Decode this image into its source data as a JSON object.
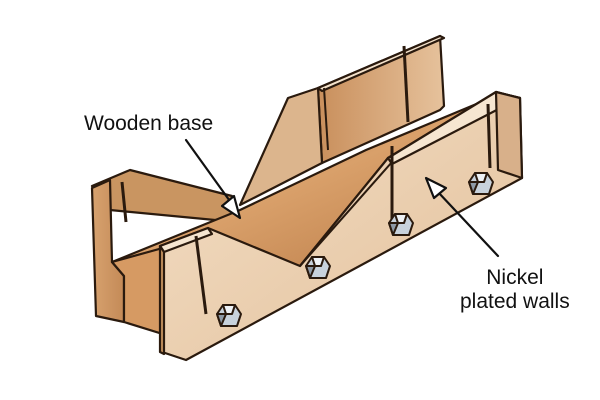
{
  "labels": {
    "wooden_base": "Wooden base",
    "walls_line1": "Nickel",
    "walls_line2": "plated walls"
  },
  "colors": {
    "outline": "#2a1a0e",
    "wood_light": "#f1dcc0",
    "wood_mid": "#e2bd95",
    "wood_dark": "#b8875c",
    "base_light": "#d9a06a",
    "base_dark": "#a86a3a",
    "bolt": "#c8d2dc",
    "bolt_dark": "#7f8c99",
    "arrow": "#ffffff"
  },
  "icons": [
    "bolt-icon",
    "arrow-icon"
  ]
}
